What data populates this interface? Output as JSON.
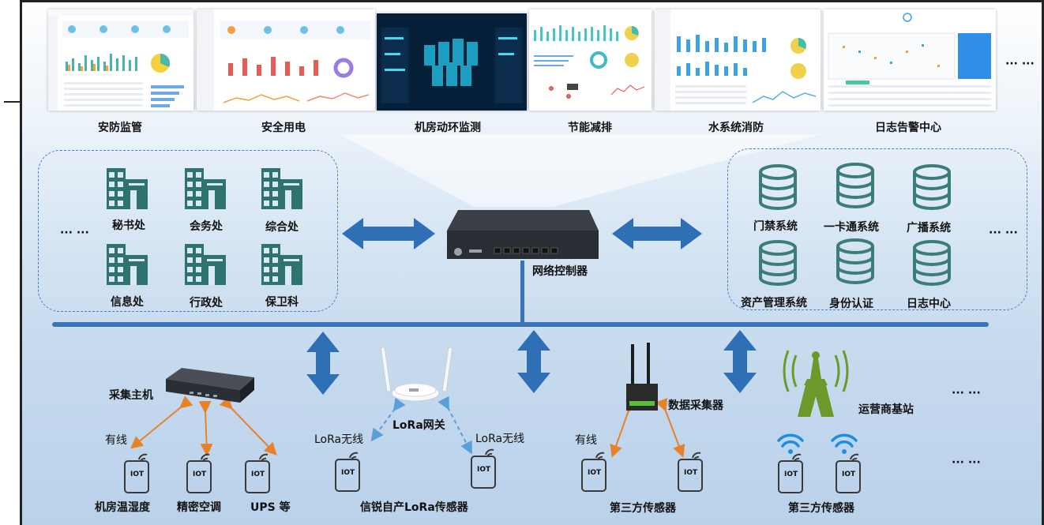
{
  "screens": [
    {
      "caption": "安防监管"
    },
    {
      "caption": "安全用电"
    },
    {
      "caption": "机房动环监测"
    },
    {
      "caption": "节能减排"
    },
    {
      "caption": "水系统消防"
    },
    {
      "caption": "日志告警中心"
    }
  ],
  "screens_more": "··· ···",
  "controller_label": "网络控制器",
  "departments": [
    "秘书处",
    "会务处",
    "综合处",
    "信息处",
    "行政处",
    "保卫科"
  ],
  "departments_more": "··· ···",
  "systems": [
    "门禁系统",
    "一卡通系统",
    "广播系统",
    "资产管理系统",
    "身份认证",
    "日志中心"
  ],
  "systems_more": "··· ···",
  "collector_host": "采集主机",
  "wired_label": "有线",
  "collector_devices": [
    "机房温湿度",
    "精密空调",
    "UPS  等"
  ],
  "lora_gateway": "LoRa网关",
  "lora_wireless": "LoRa无线",
  "lora_sensors": "信锐自产LoRa传感器",
  "data_collector": "数据采集器",
  "third_party_sensors": "第三方传感器",
  "base_station": "运营商基站",
  "bottom_more": "··· ···",
  "iot_text": "IOT",
  "colors": {
    "teal": "#2f7370",
    "arrow_blue": "#2e6fb5",
    "orange": "#e8822a",
    "bus_blue": "#3a73b8",
    "db_teal": "#3b7d7a",
    "wifi_blue": "#1f8de0",
    "tower_green": "#6b9a2a"
  }
}
